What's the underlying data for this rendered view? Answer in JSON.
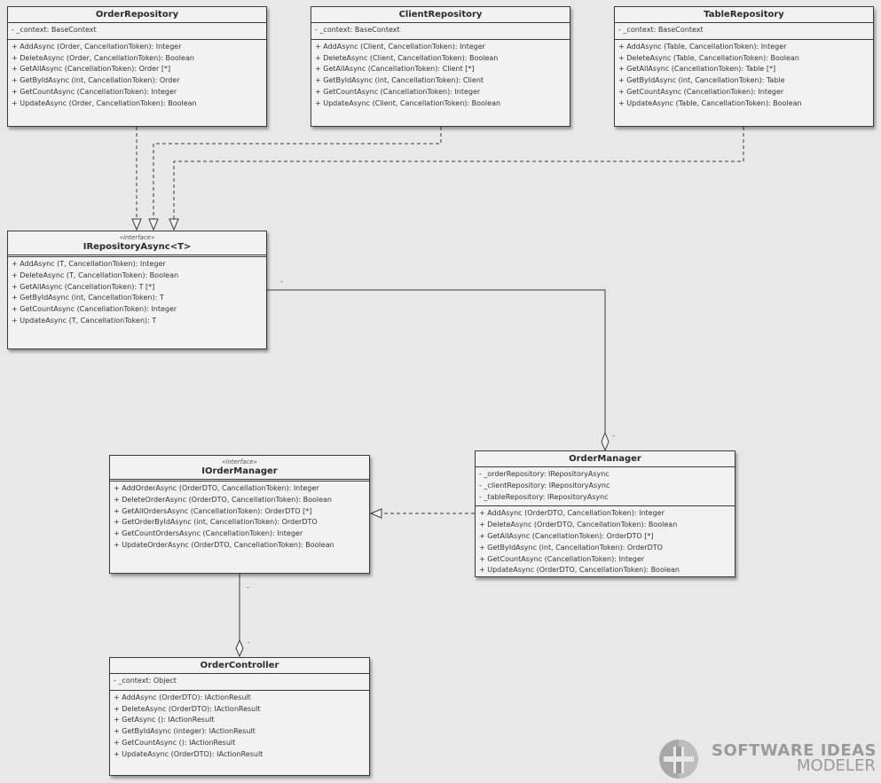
{
  "classes": {
    "order_repository": {
      "name": "OrderRepository",
      "attributes": [
        "- _context: BaseContext"
      ],
      "operations": [
        "+ AddAsync (Order, CancellationToken): Integer",
        "+ DeleteAsync (Order, CancellationToken): Boolean",
        "+ GetAllAsync (CancellationToken): Order [*]",
        "+ GetByIdAsync (int, CancellationToken): Order",
        "+ GetCountAsync (CancellationToken): Integer",
        "+ UpdateAsync (Order, CancellationToken): Boolean"
      ]
    },
    "client_repository": {
      "name": "ClientRepository",
      "attributes": [
        "- _context: BaseContext"
      ],
      "operations": [
        "+ AddAsync (Client, CancellationToken): Integer",
        "+ DeleteAsync (Client, CancellationToken): Boolean",
        "+ GetAllAsync (CancellationToken): Client [*]",
        "+ GetByIdAsync (int, CancellationToken): Client",
        "+ GetCountAsync (CancellationToken): Integer",
        "+ UpdateAsync (Client, CancellationToken): Boolean"
      ]
    },
    "table_repository": {
      "name": "TableRepository",
      "attributes": [
        "- _context: BaseContext"
      ],
      "operations": [
        "+ AddAsync (Table, CancellationToken): Integer",
        "+ DeleteAsync (Table, CancellationToken): Boolean",
        "+ GetAllAsync (CancellationToken): Table [*]",
        "+ GetByIdAsync (int, CancellationToken): Table",
        "+ GetCountAsync (CancellationToken): Integer",
        "+ UpdateAsync (Table, CancellationToken): Boolean"
      ]
    },
    "irepository_async": {
      "stereotype": "«interface»",
      "name": "IRepositoryAsync<T>",
      "operations": [
        "+ AddAsync (T, CancellationToken): Integer",
        "+ DeleteAsync (T, CancellationToken): Boolean",
        "+ GetAllAsync (CancellationToken): T [*]",
        "+ GetByIdAsync (int, CancellationToken): T",
        "+ GetCountAsync (CancellationToken): Integer",
        "+ UpdateAsync (T, CancellationToken): T"
      ]
    },
    "iorder_manager": {
      "stereotype": "«interface»",
      "name": "IOrderManager",
      "operations": [
        "+ AddOrderAsync (OrderDTO, CancellationToken): Integer",
        "+ DeleteOrderAsync (OrderDTO, CancellationToken): Boolean",
        "+ GetAllOrdersAsync (CancellationToken): OrderDTO [*]",
        "+ GetOrderByIdAsync (int, CancellationToken): OrderDTO",
        "+ GetCountOrdersAsync (CancellationToken): Integer",
        "+ UpdateOrderAsync (OrderDTO, CancellationToken): Boolean"
      ]
    },
    "order_manager": {
      "name": "OrderManager",
      "attributes": [
        "- _orderRepository: IRepositoryAsync",
        "- _clientRepository: IRepositoryAsync",
        "- _tableRepository: IRepositoryAsync"
      ],
      "operations": [
        "+ AddAsync (OrderDTO, CancellationToken): Integer",
        "+ DeleteAsync (OrderDTO, CancellationToken): Boolean",
        "+ GetAllAsync (CancellationToken): OrderDTO [*]",
        "+ GetByIdAsync (int, CancellationToken): OrderDTO",
        "+ GetCountAsync (CancellationToken): Integer",
        "+ UpdateAsync (OrderDTO, CancellationToken): Boolean"
      ]
    },
    "order_controller": {
      "name": "OrderController",
      "attributes": [
        "- _context: Object"
      ],
      "operations": [
        "+ AddAsync (OrderDTO): IActionResult",
        "+ DeleteAsync (OrderDTO): IActionResult",
        "+ GetAsync (): IActionResult",
        "+ GetByIdAsync (integer): IActionResult",
        "+ GetCountAsync (): IActionResult",
        "+ UpdateAsync (OrderDTO): IActionResult"
      ]
    }
  },
  "multiplicities": {
    "repo_to_manager_source": "-",
    "repo_to_manager_target": "-",
    "iorder_to_controller_source": "-",
    "iorder_to_controller_target": "-"
  },
  "logo": {
    "line1": "SOFTWARE IDEAS",
    "line2": "MODELER"
  },
  "colors": {
    "background": "#e8e8e8",
    "class_fill": "#f2f2f2",
    "line": "#3a3a3a",
    "logo_gray": "#9a9a9a"
  }
}
